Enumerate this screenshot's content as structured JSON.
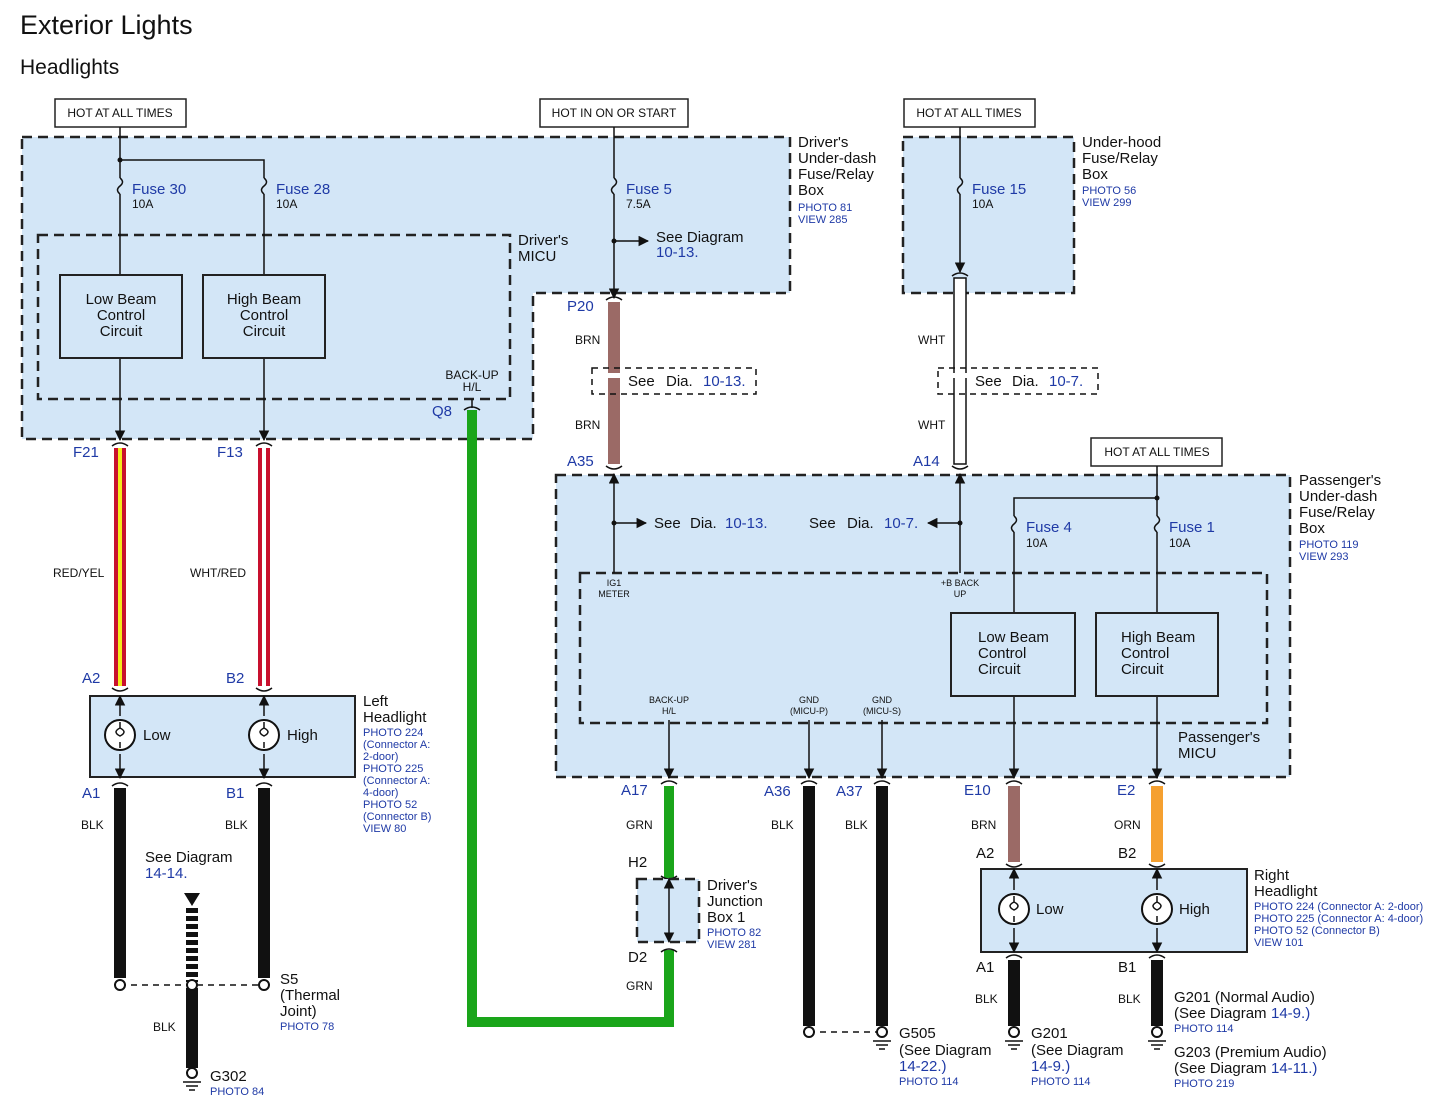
{
  "title": "Exterior Lights",
  "subtitle": "Headlights",
  "power_labels": {
    "hot1": "HOT AT ALL TIMES",
    "hot2": "HOT IN ON OR START",
    "hot3": "HOT AT ALL TIMES",
    "hot4": "HOT AT ALL TIMES"
  },
  "drivers_box": {
    "name_l1": "Driver's",
    "name_l2": "Under-dash",
    "name_l3": "Fuse/Relay",
    "name_l4": "Box",
    "photo": "PHOTO 81",
    "view": "VIEW 285",
    "fuse30": "Fuse 30",
    "fuse30_a": "10A",
    "fuse28": "Fuse 28",
    "fuse28_a": "10A",
    "fuse5": "Fuse 5",
    "fuse5_a": "7.5A",
    "see_l1": "See Diagram",
    "see_l2": "10-13.",
    "micu_l1": "Driver's",
    "micu_l2": "MICU",
    "low_l1": "Low Beam",
    "low_l2": "Control",
    "low_l3": "Circuit",
    "high_l1": "High Beam",
    "high_l2": "Control",
    "high_l3": "Circuit",
    "backup_l1": "BACK-UP",
    "backup_l2": "H/L"
  },
  "underhood_box": {
    "name_l1": "Under-hood",
    "name_l2": "Fuse/Relay",
    "name_l3": "Box",
    "photo": "PHOTO 56",
    "view": "VIEW 299",
    "fuse15": "Fuse 15",
    "fuse15_a": "10A"
  },
  "pins": {
    "f21": "F21",
    "f13": "F13",
    "q8": "Q8",
    "p20": "P20",
    "a35": "A35",
    "a14": "A14",
    "a2l": "A2",
    "b2l": "B2",
    "a1l": "A1",
    "b1l": "B1",
    "a17": "A17",
    "a36": "A36",
    "a37": "A37",
    "e10": "E10",
    "e2": "E2",
    "h2": "H2",
    "d2": "D2",
    "a2r": "A2",
    "b2r": "B2",
    "a1r": "A1",
    "b1r": "B1"
  },
  "wires": {
    "red_yel": "RED/YEL",
    "wht_red": "WHT/RED",
    "brn1": "BRN",
    "brn2": "BRN",
    "wht1": "WHT",
    "wht2": "WHT",
    "blk_a1": "BLK",
    "blk_b1": "BLK",
    "blk_g302": "BLK",
    "grn1": "GRN",
    "grn2": "GRN",
    "blk_a36": "BLK",
    "blk_a37": "BLK",
    "brn_e10": "BRN",
    "orn_e2": "ORN",
    "blk_ra1": "BLK",
    "blk_rb1": "BLK"
  },
  "see_dia": {
    "s1013a_pre": "See",
    "s1013a_dia": "Dia.",
    "s1013a_num": "10-13.",
    "s107a_pre": "See",
    "s107a_dia": "Dia.",
    "s107a_num": "10-7.",
    "s1013b_pre": "See",
    "s1013b_dia": "Dia.",
    "s1013b_num": "10-13.",
    "s107b_pre": "See",
    "s107b_dia": "Dia.",
    "s107b_num": "10-7."
  },
  "passenger_box": {
    "name_l1": "Passenger's",
    "name_l2": "Under-dash",
    "name_l3": "Fuse/Relay",
    "name_l4": "Box",
    "photo": "PHOTO 119",
    "view": "VIEW 293",
    "fuse4": "Fuse 4",
    "fuse4_a": "10A",
    "fuse1": "Fuse 1",
    "fuse1_a": "10A",
    "ig1_l1": "IG1",
    "ig1_l2": "METER",
    "bb_l1": "+B BACK",
    "bb_l2": "UP",
    "low_l1": "Low Beam",
    "low_l2": "Control",
    "low_l3": "Circuit",
    "high_l1": "High Beam",
    "high_l2": "Control",
    "high_l3": "Circuit",
    "backup_l1": "BACK-UP",
    "backup_l2": "H/L",
    "gndp_l1": "GND",
    "gndp_l2": "(MICU-P)",
    "gnds_l1": "GND",
    "gnds_l2": "(MICU-S)",
    "micu_l1": "Passenger's",
    "micu_l2": "MICU"
  },
  "left_headlight": {
    "name_l1": "Left",
    "name_l2": "Headlight",
    "p1": "PHOTO 224",
    "p2": "(Connector A:",
    "p3": "2-door)",
    "p4": "PHOTO 225",
    "p5": "(Connector A:",
    "p6": "4-door)",
    "p7": "PHOTO 52",
    "p8": "(Connector B)",
    "p9": "VIEW 80",
    "low": "Low",
    "high": "High"
  },
  "right_headlight": {
    "name_l1": "Right",
    "name_l2": "Headlight",
    "p1": "PHOTO 224 (Connector A: 2-door)",
    "p2": "PHOTO 225 (Connector A: 4-door)",
    "p3": "PHOTO 52 (Connector B)",
    "p4": "VIEW 101",
    "low": "Low",
    "high": "High"
  },
  "junction": {
    "name_l1": "Driver's",
    "name_l2": "Junction",
    "name_l3": "Box 1",
    "photo": "PHOTO 82",
    "view": "VIEW 281"
  },
  "grounds": {
    "see_l1": "See Diagram",
    "see_l2": "14-14.",
    "s5_l1": "S5",
    "s5_l2": "(Thermal",
    "s5_l3": "Joint)",
    "s5_photo": "PHOTO 78",
    "g302": "G302",
    "g302_photo": "PHOTO 84",
    "g505_l1": "G505",
    "g505_l2": "(See Diagram",
    "g505_l3": "14-22.)",
    "g505_photo": "PHOTO 114",
    "g201a_l1": "G201",
    "g201a_l2": "(See Diagram",
    "g201a_l3": "14-9.)",
    "g201a_photo": "PHOTO 114",
    "g201b_l1": "G201 (Normal Audio)",
    "g201b_l2": "(See Diagram",
    "g201b_l3": "14-9.)",
    "g201b_photo": "PHOTO 114",
    "g203_l1": "G203 (Premium Audio)",
    "g203_l2": "(See Diagram",
    "g203_l3": "14-11.)",
    "g203_photo": "PHOTO 219"
  },
  "colors": {
    "red": "#c8102e",
    "yellow": "#f4e81c",
    "brown": "#9b6a66",
    "green": "#1aa51a",
    "orange": "#f5a030",
    "black": "#111111",
    "box_fill": "#d3e6f7",
    "ref_blue": "#1f3aa6"
  }
}
